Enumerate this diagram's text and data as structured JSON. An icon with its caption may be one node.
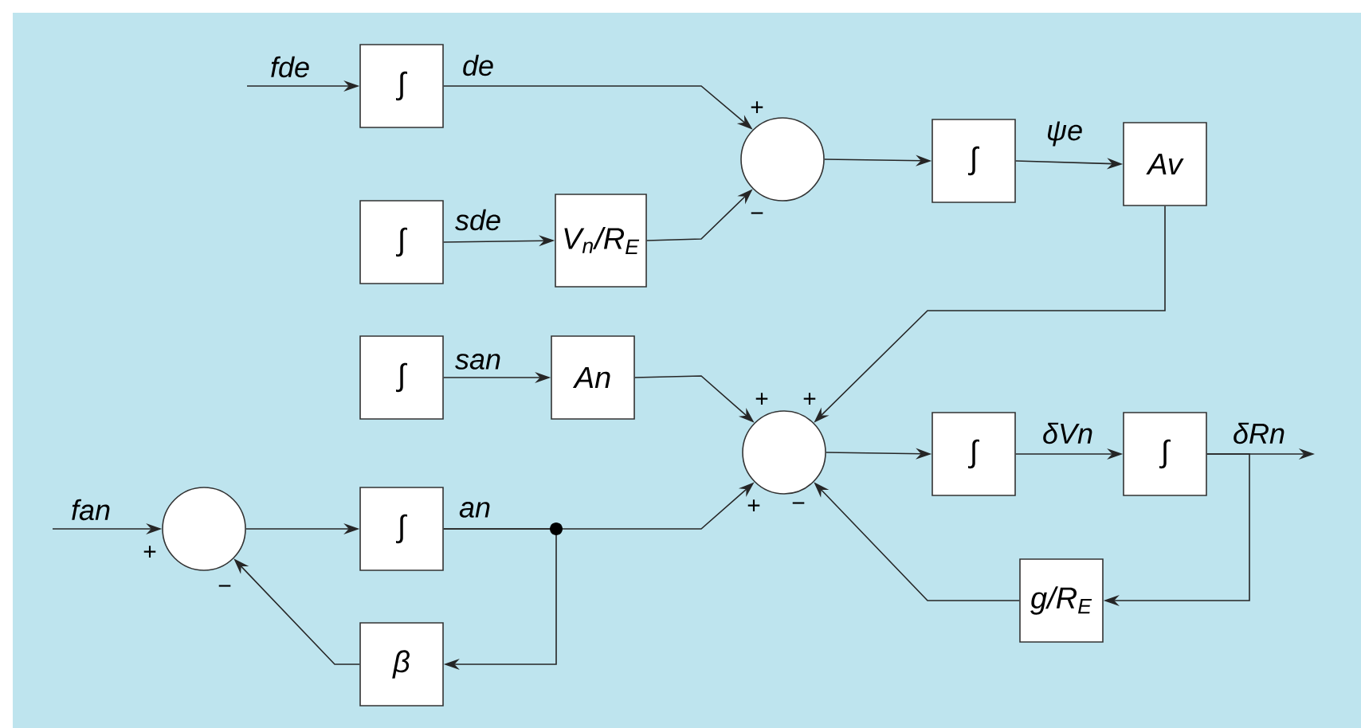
{
  "diagram": {
    "nodes": [
      {
        "text": [
          "∫"
        ]
      },
      {
        "text": [],
        "shape": "circle"
      },
      {
        "text": [
          "∫"
        ]
      },
      {
        "text": [
          "V$_{n}$/R$_{E}$"
        ]
      },
      {
        "text": [
          "∫"
        ]
      },
      {
        "text": [
          "Av"
        ]
      },
      {
        "text": [
          "∫"
        ]
      },
      {
        "text": [
          "An"
        ]
      },
      {
        "text": [],
        "shape": "circle"
      },
      {
        "text": [],
        "shape": "circle"
      },
      {
        "text": [
          "∫"
        ]
      },
      {
        "text": [
          "β"
        ]
      },
      {
        "text": [
          "∫"
        ]
      },
      {
        "text": [
          "∫"
        ]
      },
      {
        "text": [
          "g/R$_{E}$"
        ]
      }
    ],
    "edges": [
      {
        "from": null,
        "to": 0,
        "arrow": "to",
        "label": "fde"
      },
      {
        "from": 0,
        "to": 1,
        "arrow": "to",
        "label": "de"
      },
      {
        "from": 2,
        "to": 3,
        "arrow": "to",
        "label": "sde"
      },
      {
        "from": 3,
        "to": 1,
        "arrow": "to"
      },
      {
        "from": 1,
        "to": 4,
        "arrow": "to"
      },
      {
        "from": 4,
        "to": 5,
        "arrow": "to",
        "label": "ψe"
      },
      {
        "from": 5,
        "to": 8,
        "arrow": "to"
      },
      {
        "from": 6,
        "to": 7,
        "arrow": "to",
        "label": "san"
      },
      {
        "from": 7,
        "to": 8,
        "arrow": "to"
      },
      {
        "from": null,
        "to": 9,
        "arrow": "to",
        "label": "fan"
      },
      {
        "from": 9,
        "to": 10,
        "arrow": "to"
      },
      {
        "from": 10,
        "to": 8,
        "arrow": "to",
        "label": "an"
      },
      {
        "from": 10,
        "to": 11,
        "arrow": "to"
      },
      {
        "from": 11,
        "to": 9,
        "arrow": "to"
      },
      {
        "from": 8,
        "to": 12,
        "arrow": "to"
      },
      {
        "from": 12,
        "to": 13,
        "arrow": "to",
        "label": "δVn"
      },
      {
        "from": 13,
        "to": null,
        "arrow": "to",
        "label": "δRn"
      },
      {
        "from": 13,
        "to": 14,
        "arrow": "to"
      },
      {
        "from": 14,
        "to": 8,
        "arrow": "to"
      }
    ],
    "labels": [
      "+",
      "−",
      "+",
      "+",
      "+",
      "−",
      "+",
      "−"
    ]
  }
}
